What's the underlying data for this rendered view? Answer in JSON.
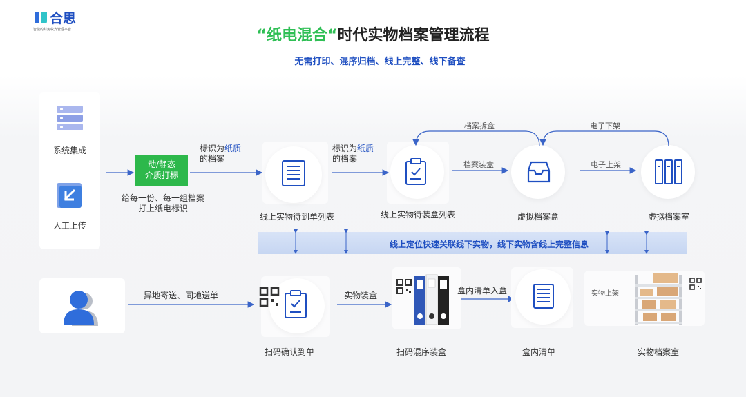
{
  "brand": {
    "name": "合思",
    "tagline": "智能的财务收支管理平台"
  },
  "header": {
    "title_quote": "“纸电混合“",
    "title_rest": "时代实物档案管理流程",
    "subtitle": "无需打印、混序归档、线上完整、线下备查"
  },
  "left_panel": {
    "system_label": "系统集成",
    "upload_label": "人工上传"
  },
  "tag_box": {
    "line1": "动/静态",
    "line2": "介质打标"
  },
  "tag_note": {
    "line1": "给每一份、每一组档案",
    "line2": "打上纸电标识"
  },
  "paper_label_1": {
    "pre": "标识为",
    "hl": "纸质",
    "post": "的档案"
  },
  "paper_label_2": {
    "pre": "标识为",
    "hl": "纸质",
    "post": "的档案"
  },
  "arrows": {
    "unbox": "档案拆盒",
    "offshelf": "电子下架",
    "boxing": "档案装盒",
    "onshelf": "电子上架"
  },
  "online": {
    "pending_receipt": "线上实物待到单列表",
    "pending_box": "线上实物待装盒列表",
    "virtual_box": "虚拟档案盒",
    "virtual_room": "虚拟档案室"
  },
  "band": {
    "text": "线上定位快速关联线下实物，线下实物含线上完整信息"
  },
  "offline": {
    "send": "异地寄送、同地送单",
    "scan_confirm": "扫码确认到单",
    "physical_box": "实物装盒",
    "scan_mixed": "扫码混序装盒",
    "box_list_in": "盒内清单入盒",
    "box_list": "盒内清单",
    "physical_shelf": "实物上架",
    "physical_room": "实物档案室"
  },
  "colors": {
    "accent_green": "#2fbf55",
    "brand_blue": "#1f4fc1",
    "box_green": "#2db84b",
    "band_blue": "#c9d9f3"
  }
}
